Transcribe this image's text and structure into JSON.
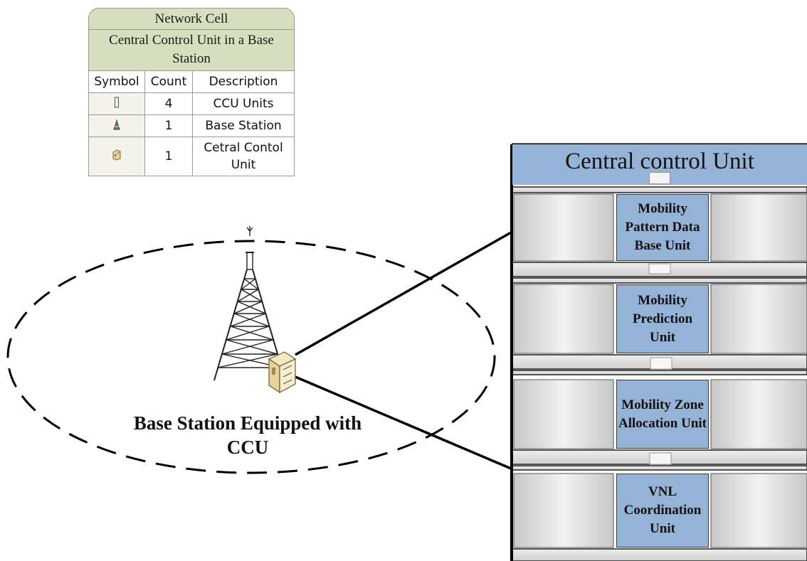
{
  "legend": {
    "title": "Network Cell",
    "subtitle": "Central Control Unit in a Base Station",
    "headers": {
      "symbol": "Symbol",
      "count": "Count",
      "description": "Description"
    },
    "rows": [
      {
        "icon": "ccu-unit-icon",
        "count": "4",
        "description": "CCU Units"
      },
      {
        "icon": "base-station-icon",
        "count": "1",
        "description": "Base Station"
      },
      {
        "icon": "central-control-unit-icon",
        "count": "1",
        "description": "Cetral Contol Unit"
      }
    ]
  },
  "cell": {
    "label": "Base Station Equipped with CCU"
  },
  "ccu": {
    "title": "Central control Unit",
    "modules": [
      "Mobility Pattern Data Base Unit",
      "Mobility Prediction Unit",
      "Mobility Zone Allocation Unit",
      "VNL Coordination Unit"
    ]
  },
  "colors": {
    "legend_header": "#d6dfbf",
    "module_fill": "#95b3d7",
    "shelf_gray": "#d9d9d9"
  }
}
